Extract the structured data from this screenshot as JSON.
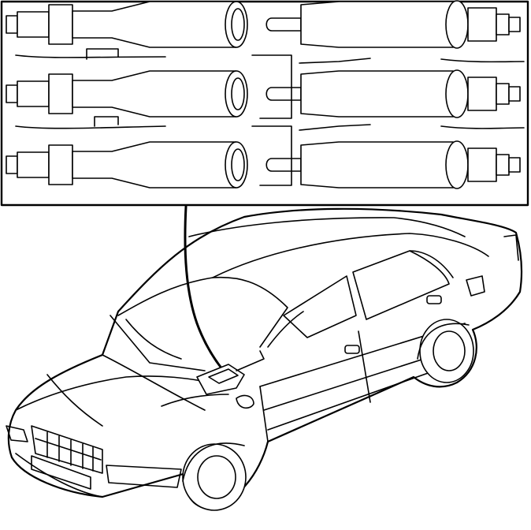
{
  "diagram": {
    "background_color": "#ffffff",
    "line_color": "#000000",
    "inset": {
      "description_icon": "connector-pairs-icon",
      "connector_pairs": [
        {
          "id": 1
        },
        {
          "id": 2
        },
        {
          "id": 3
        }
      ]
    },
    "vehicle": {
      "icon": "sedan-car-icon",
      "location_marker_icon": "connector-location-icon"
    }
  }
}
